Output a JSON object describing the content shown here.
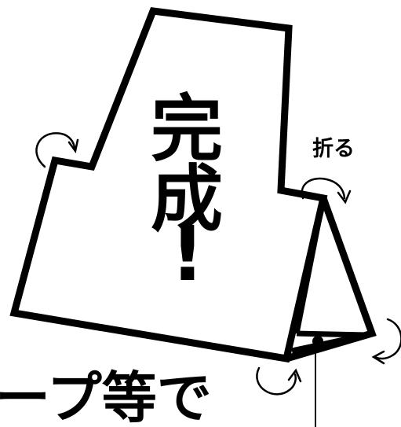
{
  "diagram": {
    "title_char_1": "完",
    "title_char_2": "成",
    "title_char_3": "!",
    "fold_label": "折る",
    "bottom_text": "ープ等で"
  },
  "colors": {
    "ink": "#000000",
    "paper": "#ffffff"
  }
}
